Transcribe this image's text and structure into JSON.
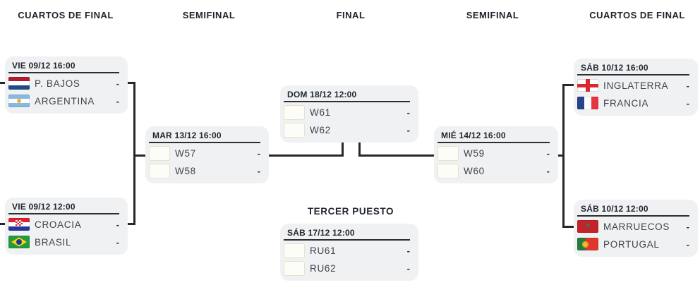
{
  "colors": {
    "page_background": "#ffffff",
    "card_background": "#f0f1f3",
    "bracket_line": "#26272b",
    "heading_text": "#20252d",
    "date_text": "#23282f",
    "team_text": "#3e444c",
    "placeholder_border": "#e7e1cd"
  },
  "round_headers": {
    "quarterfinals_left": "CUARTOS DE FINAL",
    "semifinal_left": "SEMIFINAL",
    "final": "FINAL",
    "semifinal_right": "SEMIFINAL",
    "quarterfinals_right": "CUARTOS DE FINAL",
    "third_place": "TERCER PUESTO"
  },
  "matches": {
    "qf_left_top": {
      "datetime": "VIE 09/12 16:00",
      "teams": [
        {
          "name": "P. BAJOS",
          "flag": "netherlands",
          "score": "-"
        },
        {
          "name": "ARGENTINA",
          "flag": "argentina",
          "score": "-"
        }
      ]
    },
    "qf_left_bottom": {
      "datetime": "VIE 09/12 12:00",
      "teams": [
        {
          "name": "CROACIA",
          "flag": "croatia",
          "score": "-"
        },
        {
          "name": "BRASIL",
          "flag": "brazil",
          "score": "-"
        }
      ]
    },
    "sf_left": {
      "datetime": "MAR 13/12 16:00",
      "teams": [
        {
          "name": "W57",
          "flag": "",
          "score": "-"
        },
        {
          "name": "W58",
          "flag": "",
          "score": "-"
        }
      ]
    },
    "final": {
      "datetime": "DOM 18/12 12:00",
      "teams": [
        {
          "name": "W61",
          "flag": "",
          "score": "-"
        },
        {
          "name": "W62",
          "flag": "",
          "score": "-"
        }
      ]
    },
    "sf_right": {
      "datetime": "MIÉ 14/12 16:00",
      "teams": [
        {
          "name": "W59",
          "flag": "",
          "score": "-"
        },
        {
          "name": "W60",
          "flag": "",
          "score": "-"
        }
      ]
    },
    "qf_right_top": {
      "datetime": "SÁB 10/12 16:00",
      "teams": [
        {
          "name": "INGLATERRA",
          "flag": "england",
          "score": "-"
        },
        {
          "name": "FRANCIA",
          "flag": "france",
          "score": "-"
        }
      ]
    },
    "qf_right_bottom": {
      "datetime": "SÁB 10/12 12:00",
      "teams": [
        {
          "name": "MARRUECOS",
          "flag": "morocco",
          "score": "-"
        },
        {
          "name": "PORTUGAL",
          "flag": "portugal",
          "score": "-"
        }
      ]
    },
    "third_place": {
      "datetime": "SÁB 17/12 12:00",
      "teams": [
        {
          "name": "RU61",
          "flag": "",
          "score": "-"
        },
        {
          "name": "RU62",
          "flag": "",
          "score": "-"
        }
      ]
    }
  }
}
